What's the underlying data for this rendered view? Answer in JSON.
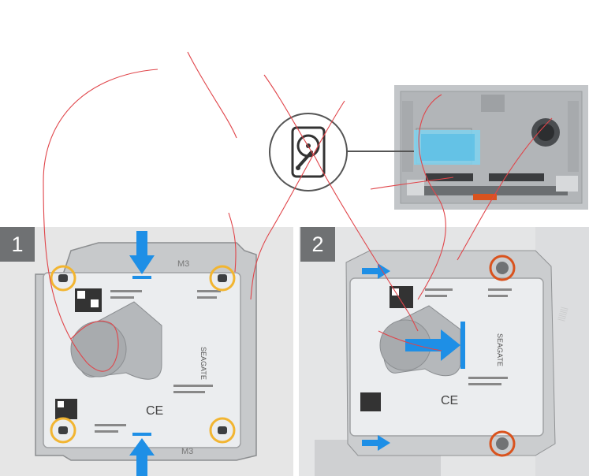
{
  "steps": [
    {
      "number": "1"
    },
    {
      "number": "2"
    }
  ],
  "colors": {
    "arrow": "#1e8fe6",
    "highlight_ring": "#f2b531",
    "screw_ring": "#d9531e",
    "badge": "#6f7173",
    "panel_bg": "#e6e6e6",
    "callout_fill": "#7fd3f0",
    "stray_lines": "#e0454a"
  },
  "icons": {
    "magnifier": "hard-drive-icon",
    "panel1": [
      "down-arrow-icon",
      "up-arrow-icon",
      "highlight-ring-icon"
    ],
    "panel2": [
      "right-arrow-icon",
      "screw-icon"
    ]
  },
  "drive_label": {
    "brand": "SEAGATE",
    "ce_mark": "CE",
    "bracket_mark": "M3"
  }
}
